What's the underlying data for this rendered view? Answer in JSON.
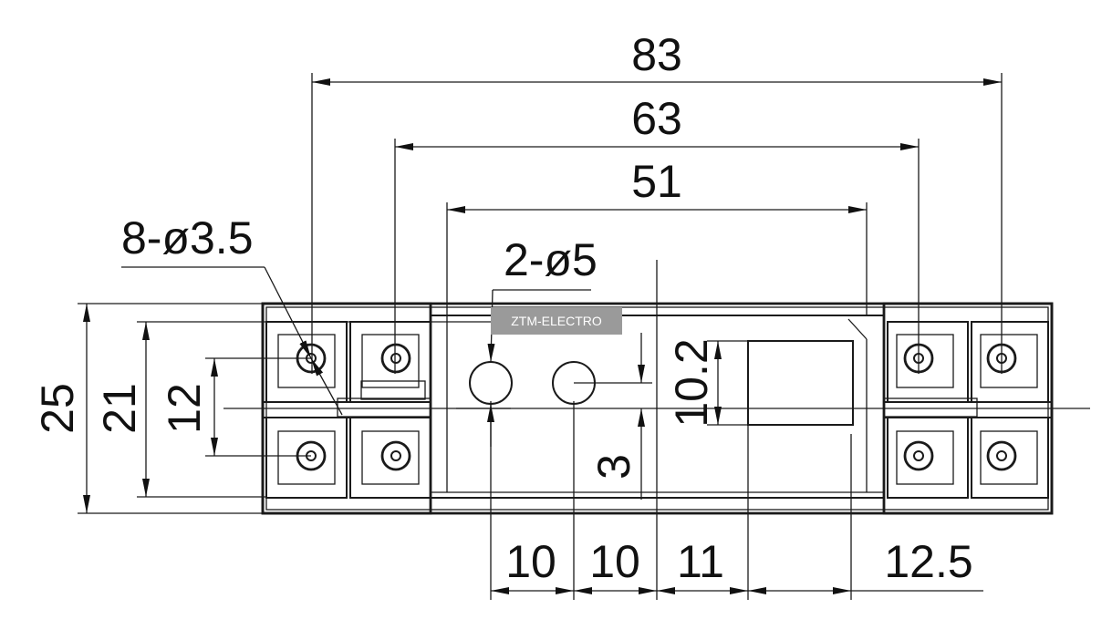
{
  "drawing": {
    "watermark": "ZTM-ELECTRO",
    "callouts": {
      "mount_holes": "8-ø3.5",
      "terminal_holes": "2-ø5"
    },
    "horizontal_dimensions": {
      "overall": "83",
      "mounting_span": "63",
      "inner_span": "51",
      "pitch_a": "10",
      "pitch_b": "10",
      "pitch_c": "11",
      "offset_right": "12.5"
    },
    "vertical_dimensions": {
      "overall": "25",
      "inner": "21",
      "hole_spacing": "12",
      "window": "10.2",
      "offset": "3"
    }
  }
}
